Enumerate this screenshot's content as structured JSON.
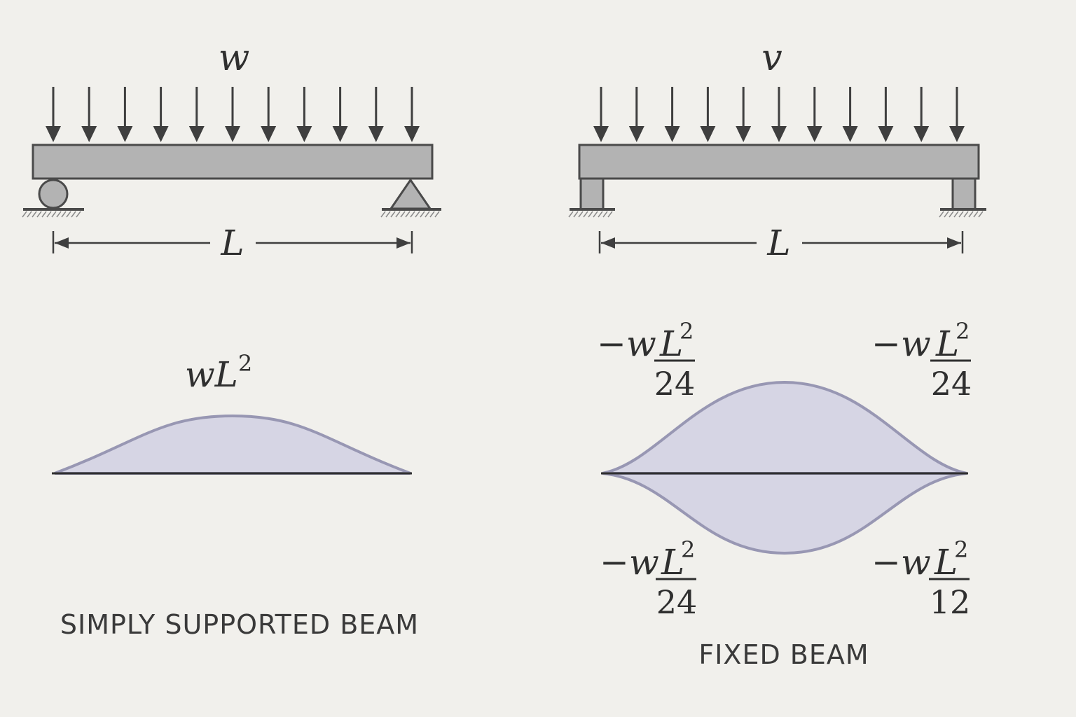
{
  "simply_supported": {
    "load_symbol": "w",
    "span_label": "L",
    "moment": {
      "base": "wL",
      "exp": "2"
    },
    "caption": "SIMPLY SUPPORTED BEAM"
  },
  "fixed": {
    "load_symbol": "v",
    "span_label": "L",
    "moments": {
      "top_left": {
        "sign": "−",
        "w": "w",
        "L": "L",
        "exp": "2",
        "den": "24"
      },
      "top_right": {
        "sign": "−",
        "w": "w",
        "L": "L",
        "exp": "2",
        "den": "24"
      },
      "bottom_left": {
        "sign": "−",
        "w": "w",
        "L": "L",
        "exp": "2",
        "den": "24"
      },
      "bottom_right": {
        "sign": "−",
        "w": "w",
        "L": "L",
        "exp": "2",
        "den": "12"
      }
    },
    "caption": "FIXED BEAM"
  },
  "colors": {
    "background": "#f1f0ec",
    "beam_fill": "#b3b3b3",
    "diagram_fill": "#d6d5e4",
    "diagram_stroke": "#9897b3"
  }
}
